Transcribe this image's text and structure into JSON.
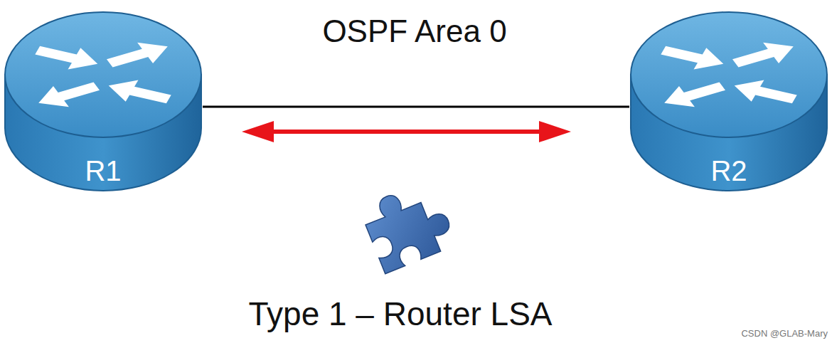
{
  "diagram": {
    "nodes": [
      {
        "text": [
          "R1"
        ]
      },
      {
        "text": [
          "R2"
        ]
      }
    ],
    "edges": [
      {
        "from": 0,
        "to": 1,
        "arrow": "none"
      },
      {
        "from": 0,
        "to": 1,
        "arrow": "both"
      }
    ],
    "labels": [
      "OSPF Area 0",
      "Type 1 – Router LSA",
      "CSDN @GLAB-Mary"
    ]
  }
}
